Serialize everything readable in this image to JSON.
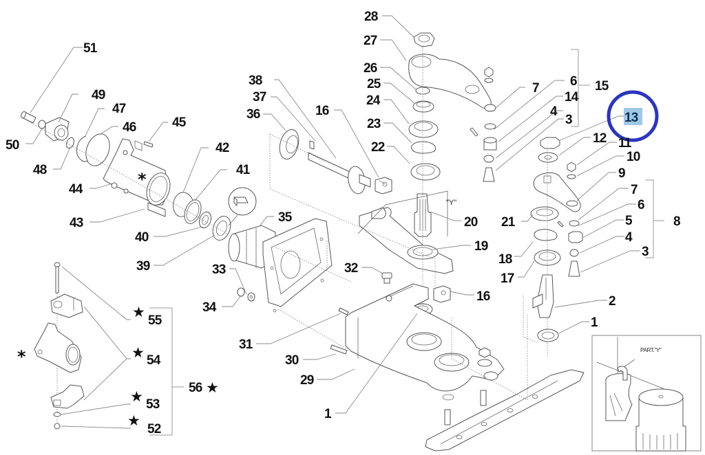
{
  "diagram": {
    "title": "Exploded parts diagram - gearbox / steering arm assembly",
    "callouts": [
      {
        "id": "c51",
        "label": "51"
      },
      {
        "id": "c50",
        "label": "50"
      },
      {
        "id": "c49",
        "label": "49"
      },
      {
        "id": "c48",
        "label": "48"
      },
      {
        "id": "c47",
        "label": "47"
      },
      {
        "id": "c46",
        "label": "46"
      },
      {
        "id": "c45",
        "label": "45"
      },
      {
        "id": "c44",
        "label": "44"
      },
      {
        "id": "c43",
        "label": "43"
      },
      {
        "id": "c42",
        "label": "42"
      },
      {
        "id": "c41",
        "label": "41"
      },
      {
        "id": "c40",
        "label": "40"
      },
      {
        "id": "c39",
        "label": "39"
      },
      {
        "id": "c38",
        "label": "38"
      },
      {
        "id": "c37",
        "label": "37"
      },
      {
        "id": "c36",
        "label": "36"
      },
      {
        "id": "c35",
        "label": "35"
      },
      {
        "id": "c34",
        "label": "34"
      },
      {
        "id": "c33",
        "label": "33"
      },
      {
        "id": "c32",
        "label": "32"
      },
      {
        "id": "c31",
        "label": "31"
      },
      {
        "id": "c30",
        "label": "30"
      },
      {
        "id": "c29",
        "label": "29"
      },
      {
        "id": "c28",
        "label": "28"
      },
      {
        "id": "c27",
        "label": "27"
      },
      {
        "id": "c26",
        "label": "26"
      },
      {
        "id": "c25",
        "label": "25"
      },
      {
        "id": "c24",
        "label": "24"
      },
      {
        "id": "c23",
        "label": "23"
      },
      {
        "id": "c22",
        "label": "22"
      },
      {
        "id": "c21",
        "label": "21"
      },
      {
        "id": "c20",
        "label": "20"
      },
      {
        "id": "c19",
        "label": "19"
      },
      {
        "id": "c18",
        "label": "18"
      },
      {
        "id": "c17",
        "label": "17"
      },
      {
        "id": "c16a",
        "label": "16"
      },
      {
        "id": "c16b",
        "label": "16"
      },
      {
        "id": "c15",
        "label": "15"
      },
      {
        "id": "c14",
        "label": "14"
      },
      {
        "id": "c13",
        "label": "13"
      },
      {
        "id": "c12",
        "label": "12"
      },
      {
        "id": "c11",
        "label": "11"
      },
      {
        "id": "c10",
        "label": "10"
      },
      {
        "id": "c9",
        "label": "9"
      },
      {
        "id": "c8",
        "label": "8"
      },
      {
        "id": "c7a",
        "label": "7"
      },
      {
        "id": "c7b",
        "label": "7"
      },
      {
        "id": "c6a",
        "label": "6"
      },
      {
        "id": "c6b",
        "label": "6"
      },
      {
        "id": "c5",
        "label": "5"
      },
      {
        "id": "c4a",
        "label": "4"
      },
      {
        "id": "c4b",
        "label": "4"
      },
      {
        "id": "c3a",
        "label": "3"
      },
      {
        "id": "c3b",
        "label": "3"
      },
      {
        "id": "c2",
        "label": "2"
      },
      {
        "id": "c1a",
        "label": "1"
      },
      {
        "id": "c1b",
        "label": "1"
      },
      {
        "id": "c52",
        "label": "52"
      },
      {
        "id": "c53",
        "label": "53"
      },
      {
        "id": "c54",
        "label": "54"
      },
      {
        "id": "c55",
        "label": "55"
      },
      {
        "id": "c56",
        "label": "56"
      }
    ],
    "highlighted_callout": "13",
    "highlight_colors": {
      "ring": "#2b35c2",
      "fill": "#9fc8e6"
    },
    "markers": {
      "asterisk": "*",
      "star": "★"
    },
    "detail_label": "\"Y\"",
    "inset": {
      "title": "PART.\"Y\""
    },
    "kit_groups": [
      {
        "label": "15",
        "members": [
          "6",
          "14",
          "4",
          "3"
        ]
      },
      {
        "label": "8",
        "members": [
          "7",
          "6",
          "5",
          "4",
          "3"
        ]
      },
      {
        "label": "56",
        "members": [
          "55",
          "54",
          "53",
          "52"
        ],
        "marker": "star"
      }
    ]
  }
}
